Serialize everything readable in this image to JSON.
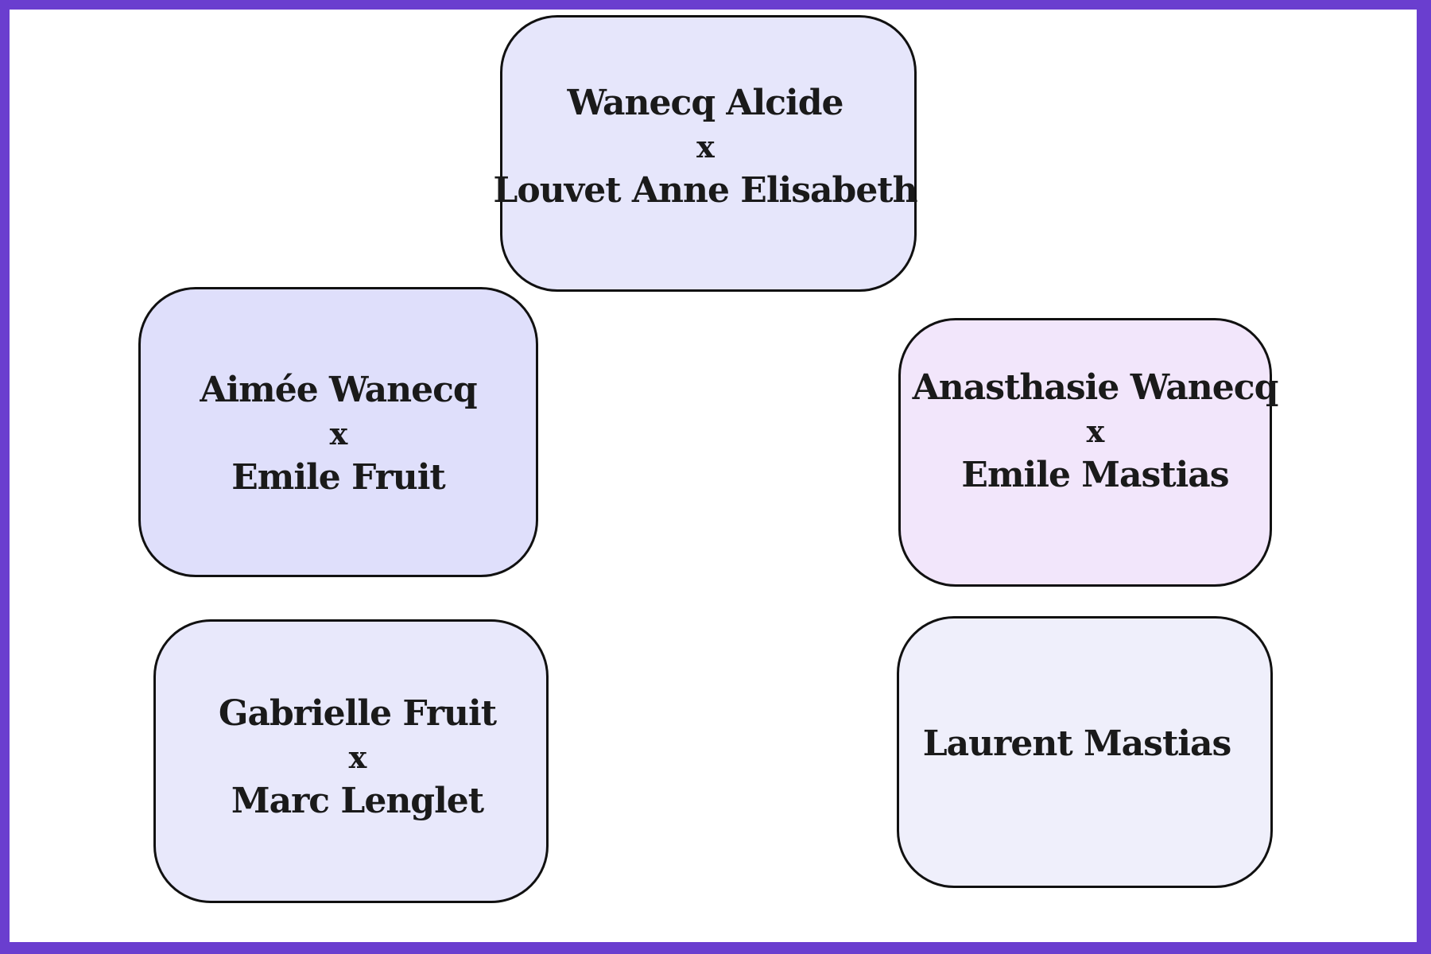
{
  "diagram": {
    "nodes": [
      {
        "id": "root",
        "lines": [
          "Wanecq Alcide",
          "x",
          "Louvet Anne Elisabeth"
        ],
        "fill": "#e6e6fb"
      },
      {
        "id": "aimee",
        "lines": [
          "Aimée Wanecq",
          "x",
          "Emile Fruit"
        ],
        "fill": "#dfdffb"
      },
      {
        "id": "anasthasie",
        "lines": [
          "Anasthasie Wanecq",
          "x",
          "Emile Mastias"
        ],
        "fill": "#f2e6fb"
      },
      {
        "id": "gabrielle",
        "lines": [
          "Gabrielle Fruit",
          "x",
          "Marc Lenglet"
        ],
        "fill": "#e8e8fb"
      },
      {
        "id": "laurent",
        "lines": [
          "Laurent Mastias"
        ],
        "fill": "#efeffb"
      }
    ],
    "colors": {
      "frame": "#6a3ecf",
      "background": "#ffffff",
      "border": "#111111"
    }
  }
}
